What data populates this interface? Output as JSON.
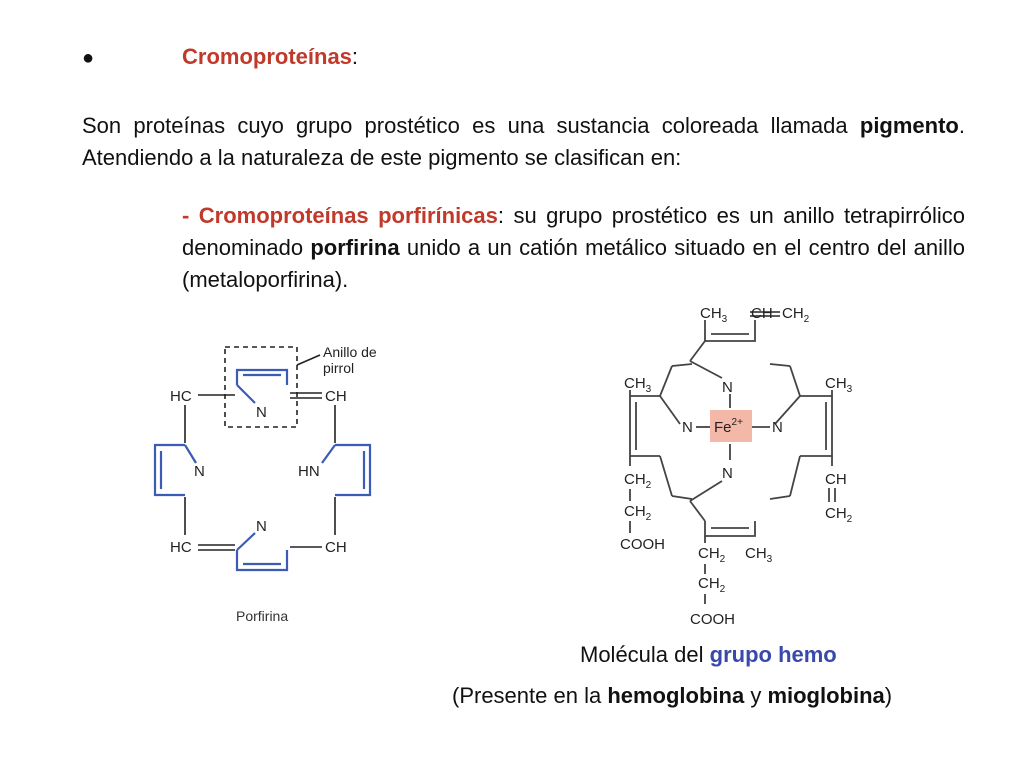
{
  "heading": {
    "bullet": "●",
    "title": "Cromoproteínas",
    "colon": ":"
  },
  "intro": {
    "text1": "Son proteínas cuyo grupo prostético es una sustancia coloreada llamada ",
    "bold": "pigmento",
    "text2": ". Atendiendo a la naturaleza de este pigmento se clasifican en:"
  },
  "subitem": {
    "label": "- Cromoproteínas porfirínicas",
    "text1": ": su grupo prostético es un anillo tetrapirrólico denominado ",
    "bold": "porfirina",
    "text2": " unido a un catión metálico situado en el centro del anillo (metaloporfirina)."
  },
  "porfirina": {
    "label_anillo_1": "Anillo de",
    "label_anillo_2": "pirrol",
    "hc_top": "HC",
    "ch_top": "CH",
    "hc_bottom": "HC",
    "ch_bottom": "CH",
    "n_top": "N",
    "n_left": "N",
    "hn_right": "HN",
    "n_bottom": "N",
    "caption": "Porfirina"
  },
  "hemo": {
    "ch3_tl": "CH",
    "vinyl_top": "CH",
    "ch2_top": "CH",
    "ch3_left": "CH",
    "ch3_right": "CH",
    "ch_right": "CH",
    "ch2_right": "CH",
    "n_top": "N",
    "n_left": "N",
    "n_right": "N",
    "n_bottom": "N",
    "fe": "Fe",
    "fe_charge": "2+",
    "ch2_a": "CH",
    "ch2_b": "CH",
    "cooh_left": "COOH",
    "ch2_c": "CH",
    "ch3_bottom": "CH",
    "ch2_d": "CH",
    "cooh_bottom": "COOH",
    "sub2": "2",
    "sub3": "3"
  },
  "captions": {
    "molecule_pre": "Molécula del ",
    "molecule_bold": "grupo hemo",
    "present_pre": "(Presente en la ",
    "present_bold1": "hemoglobina",
    "present_mid": " y ",
    "present_bold2": "mioglobina",
    "present_post": ")"
  },
  "colors": {
    "heading_red": "#c0392b",
    "porphyrin_blue": "#3b5bb5",
    "fe_box": "#f4b8a8",
    "hemo_blue": "#3949ab"
  }
}
